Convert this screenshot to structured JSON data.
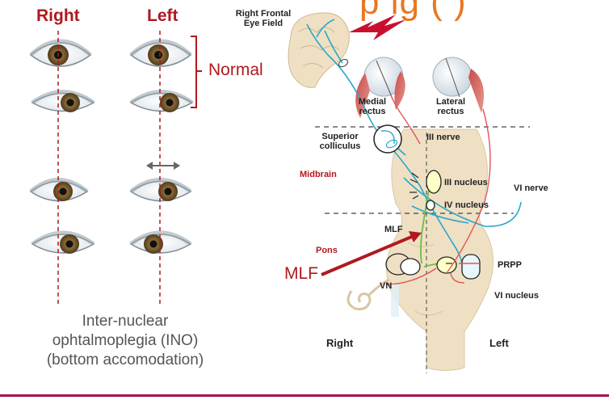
{
  "eyes_panel": {
    "right_header": "Right",
    "left_header": "Left",
    "normal_label": "Normal",
    "caption_lines": [
      "Inter-nuclear",
      "ophtalmoplegia (INO)",
      "(bottom accomodation)"
    ]
  },
  "slide_title_visible": "p   lg  (  )",
  "diagram": {
    "frontal_eye_field": [
      "Right Frontal",
      "Eye Field"
    ],
    "medial_rectus": [
      "Medial",
      "rectus"
    ],
    "lateral_rectus": [
      "Lateral",
      "rectus"
    ],
    "superior_colliculus": [
      "Superior",
      "colliculus"
    ],
    "iii_nerve": "III nerve",
    "midbrain": "Midbrain",
    "iii_nucleus": "III nucleus",
    "iv_nucleus": "IV nucleus",
    "vi_nerve": "VI nerve",
    "mlf_small": "MLF",
    "pons": "Pons",
    "prpp": "PRPP",
    "vn": "VN",
    "vi_nucleus": "VI nucleus",
    "right_side": "Right",
    "left_side": "Left",
    "mlf_callout": "MLF"
  },
  "colors": {
    "accent_red": "#b0191f",
    "title_orange": "#e87722",
    "pathway_cyan": "#2aa7c9",
    "pathway_green": "#6cbf3c",
    "brainstem": "#efe0c4",
    "bottom_bar": "#a0154e"
  }
}
